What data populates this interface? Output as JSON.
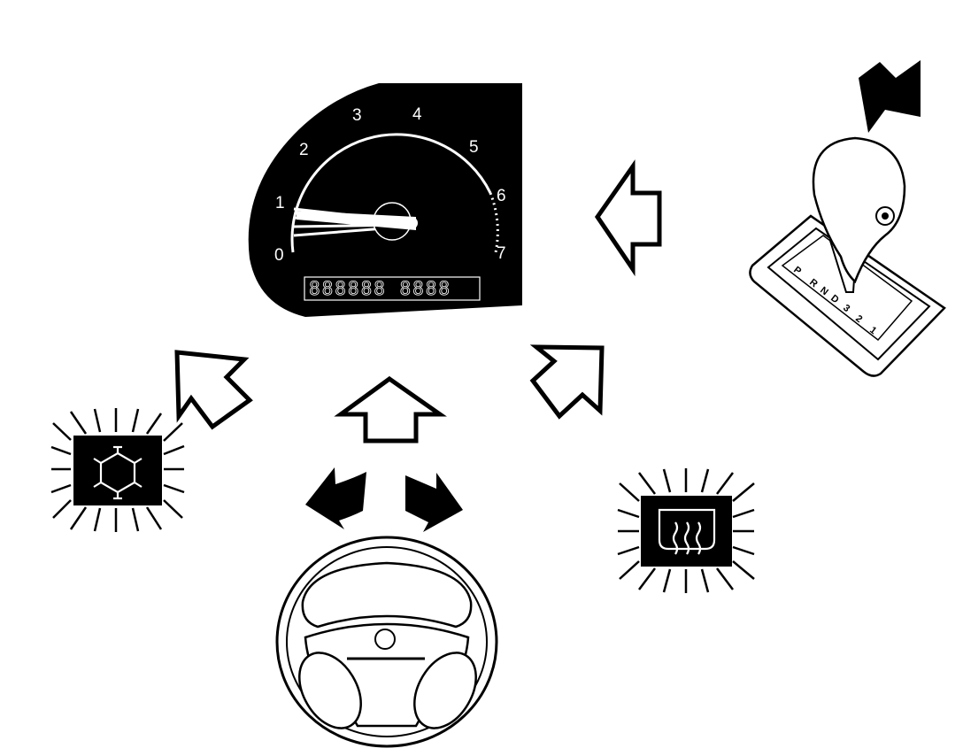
{
  "colors": {
    "ink": "#000000",
    "paper": "#ffffff"
  },
  "gauge": {
    "scale_labels": [
      "0",
      "1",
      "2",
      "3",
      "4",
      "5",
      "6",
      "7"
    ],
    "display_digits": "888888 8888"
  },
  "gear_selector": {
    "positions": [
      "P",
      "R",
      "N",
      "D",
      "3",
      "2",
      "1"
    ]
  },
  "icons": {
    "gauge": "tachometer-icon",
    "snowflake": "winter-mode-snowflake-icon",
    "rear_defrost": "rear-window-defroster-icon",
    "steering": "steering-wheel-icon",
    "shifter": "gear-selector-icon"
  }
}
